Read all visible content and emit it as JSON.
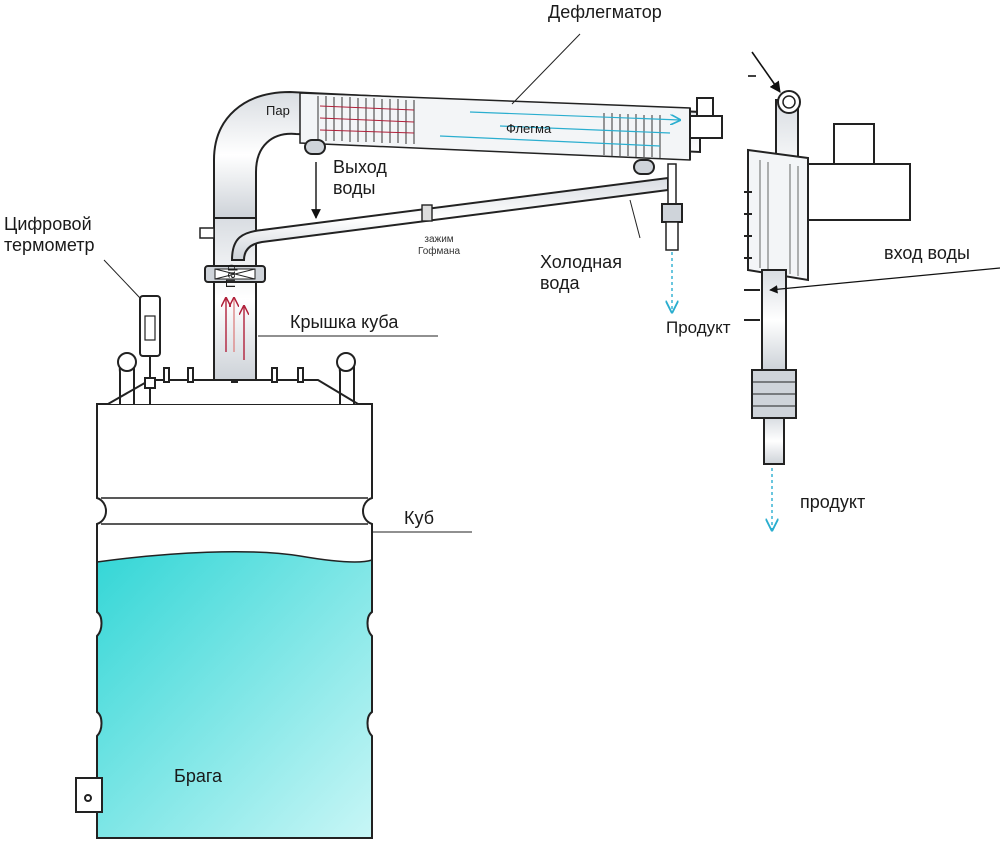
{
  "labels": {
    "dephlegmator": "Дефлегматор",
    "steam_top": "Пар",
    "phlegm": "Флегма",
    "water_out": "Выход\nводы",
    "clamp": "зажим\nГофмана",
    "cold_water": "Холодная\nвода",
    "product_left": "Продукт",
    "thermometer": "Цифровой\nтермометр",
    "steam_vertical": "Пар",
    "lid": "Крышка куба",
    "cube": "Куб",
    "mash": "Брага",
    "water_in": "вход воды",
    "product_right": "продукт"
  },
  "colors": {
    "liquid_top": "#33d6d6",
    "liquid_bottom": "#c8f6f6",
    "steam_arrow": "#b0203a",
    "product_arrow": "#2aaecf",
    "outline": "#222222"
  }
}
